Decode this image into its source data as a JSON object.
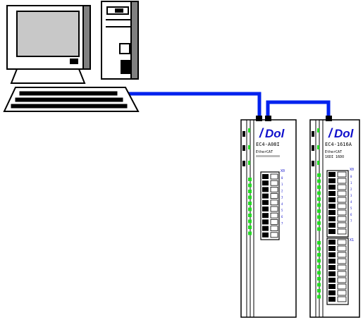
{
  "colors": {
    "cable": "#0022ee",
    "led_green": "#22dd22",
    "brand_blue": "#1010cc",
    "outline": "#000000",
    "body": "#ffffff",
    "screen": "#c8c8c8",
    "shadow": "#808080"
  },
  "computer": {
    "icon": "desktop-computer-icon"
  },
  "modules": [
    {
      "brand": "Dol",
      "model": "EC4-A08I",
      "protocol": "EtherCAT",
      "port_label": "X0",
      "channel_labels": [
        "0",
        "1",
        "2",
        "3",
        "4",
        "5",
        "6",
        "7"
      ]
    },
    {
      "brand": "Dol",
      "model": "EC4-1616A",
      "protocol": "EtherCAT",
      "subtitle": "16DI 16DO",
      "port_label": "X0",
      "port_label_2": "X1",
      "channel_labels": [
        "0",
        "1",
        "2",
        "3",
        "4",
        "5",
        "6",
        "7"
      ]
    }
  ]
}
